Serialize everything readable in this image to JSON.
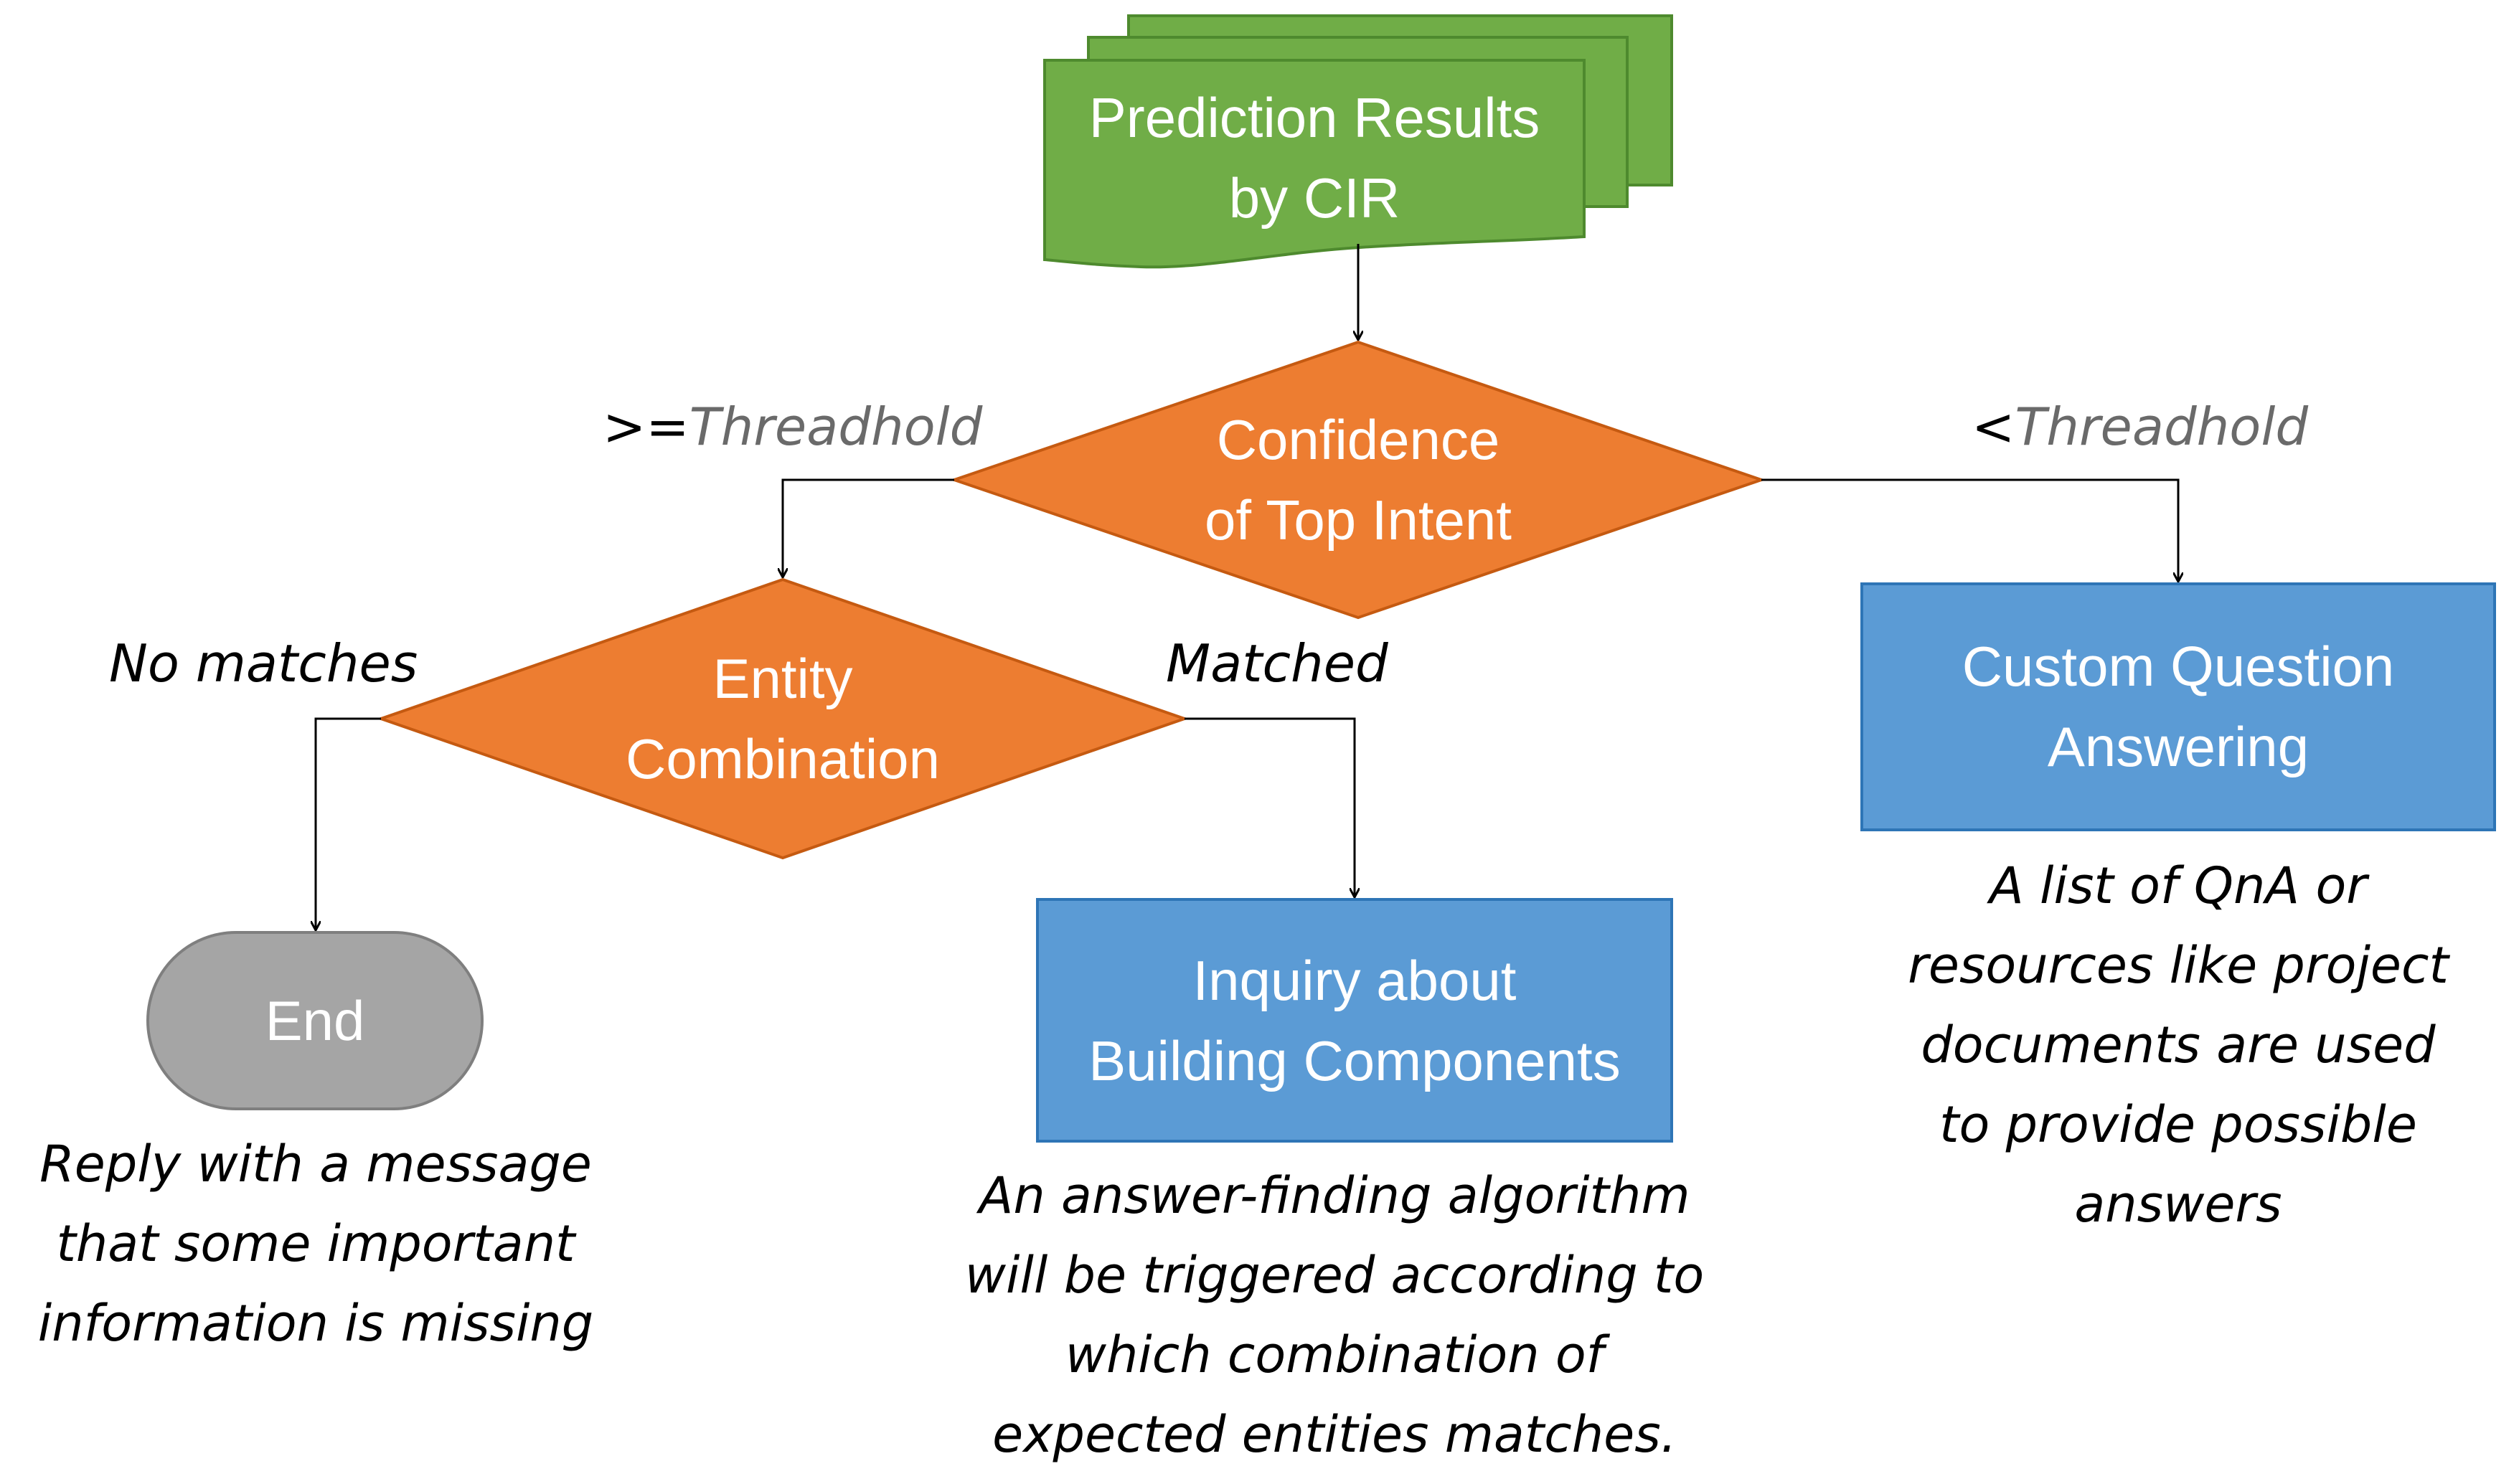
{
  "colors": {
    "green": "#70AD47",
    "green_border": "#4E8A2E",
    "orange": "#ED7D31",
    "orange_border": "#C55A11",
    "blue": "#5B9BD5",
    "blue_border": "#2E75B6",
    "gray": "#A5A5A5",
    "gray_border": "#7F7F7F"
  },
  "nodes": {
    "prediction": "Prediction Results\nby CIR",
    "confidence": "Confidence\nof Top Intent",
    "entity": "Entity\nCombination",
    "end": "End",
    "custom_qa": "Custom Question\nAnswering",
    "inquiry": "Inquiry about\nBuilding Components"
  },
  "edges": {
    "ge_operator": ">=",
    "ge_word": "Threadhold",
    "lt_operator": "<",
    "lt_word": "Threadhold",
    "no_matches": "No matches",
    "matched": "Matched"
  },
  "notes": {
    "end": "Reply with a message\nthat some important\ninformation is missing",
    "inquiry": "An answer-finding algorithm\nwill be triggered according to\nwhich combination of\nexpected entities matches.",
    "custom_qa": "A list of QnA or\nresources like project\ndocuments are used\nto provide possible\nanswers"
  }
}
